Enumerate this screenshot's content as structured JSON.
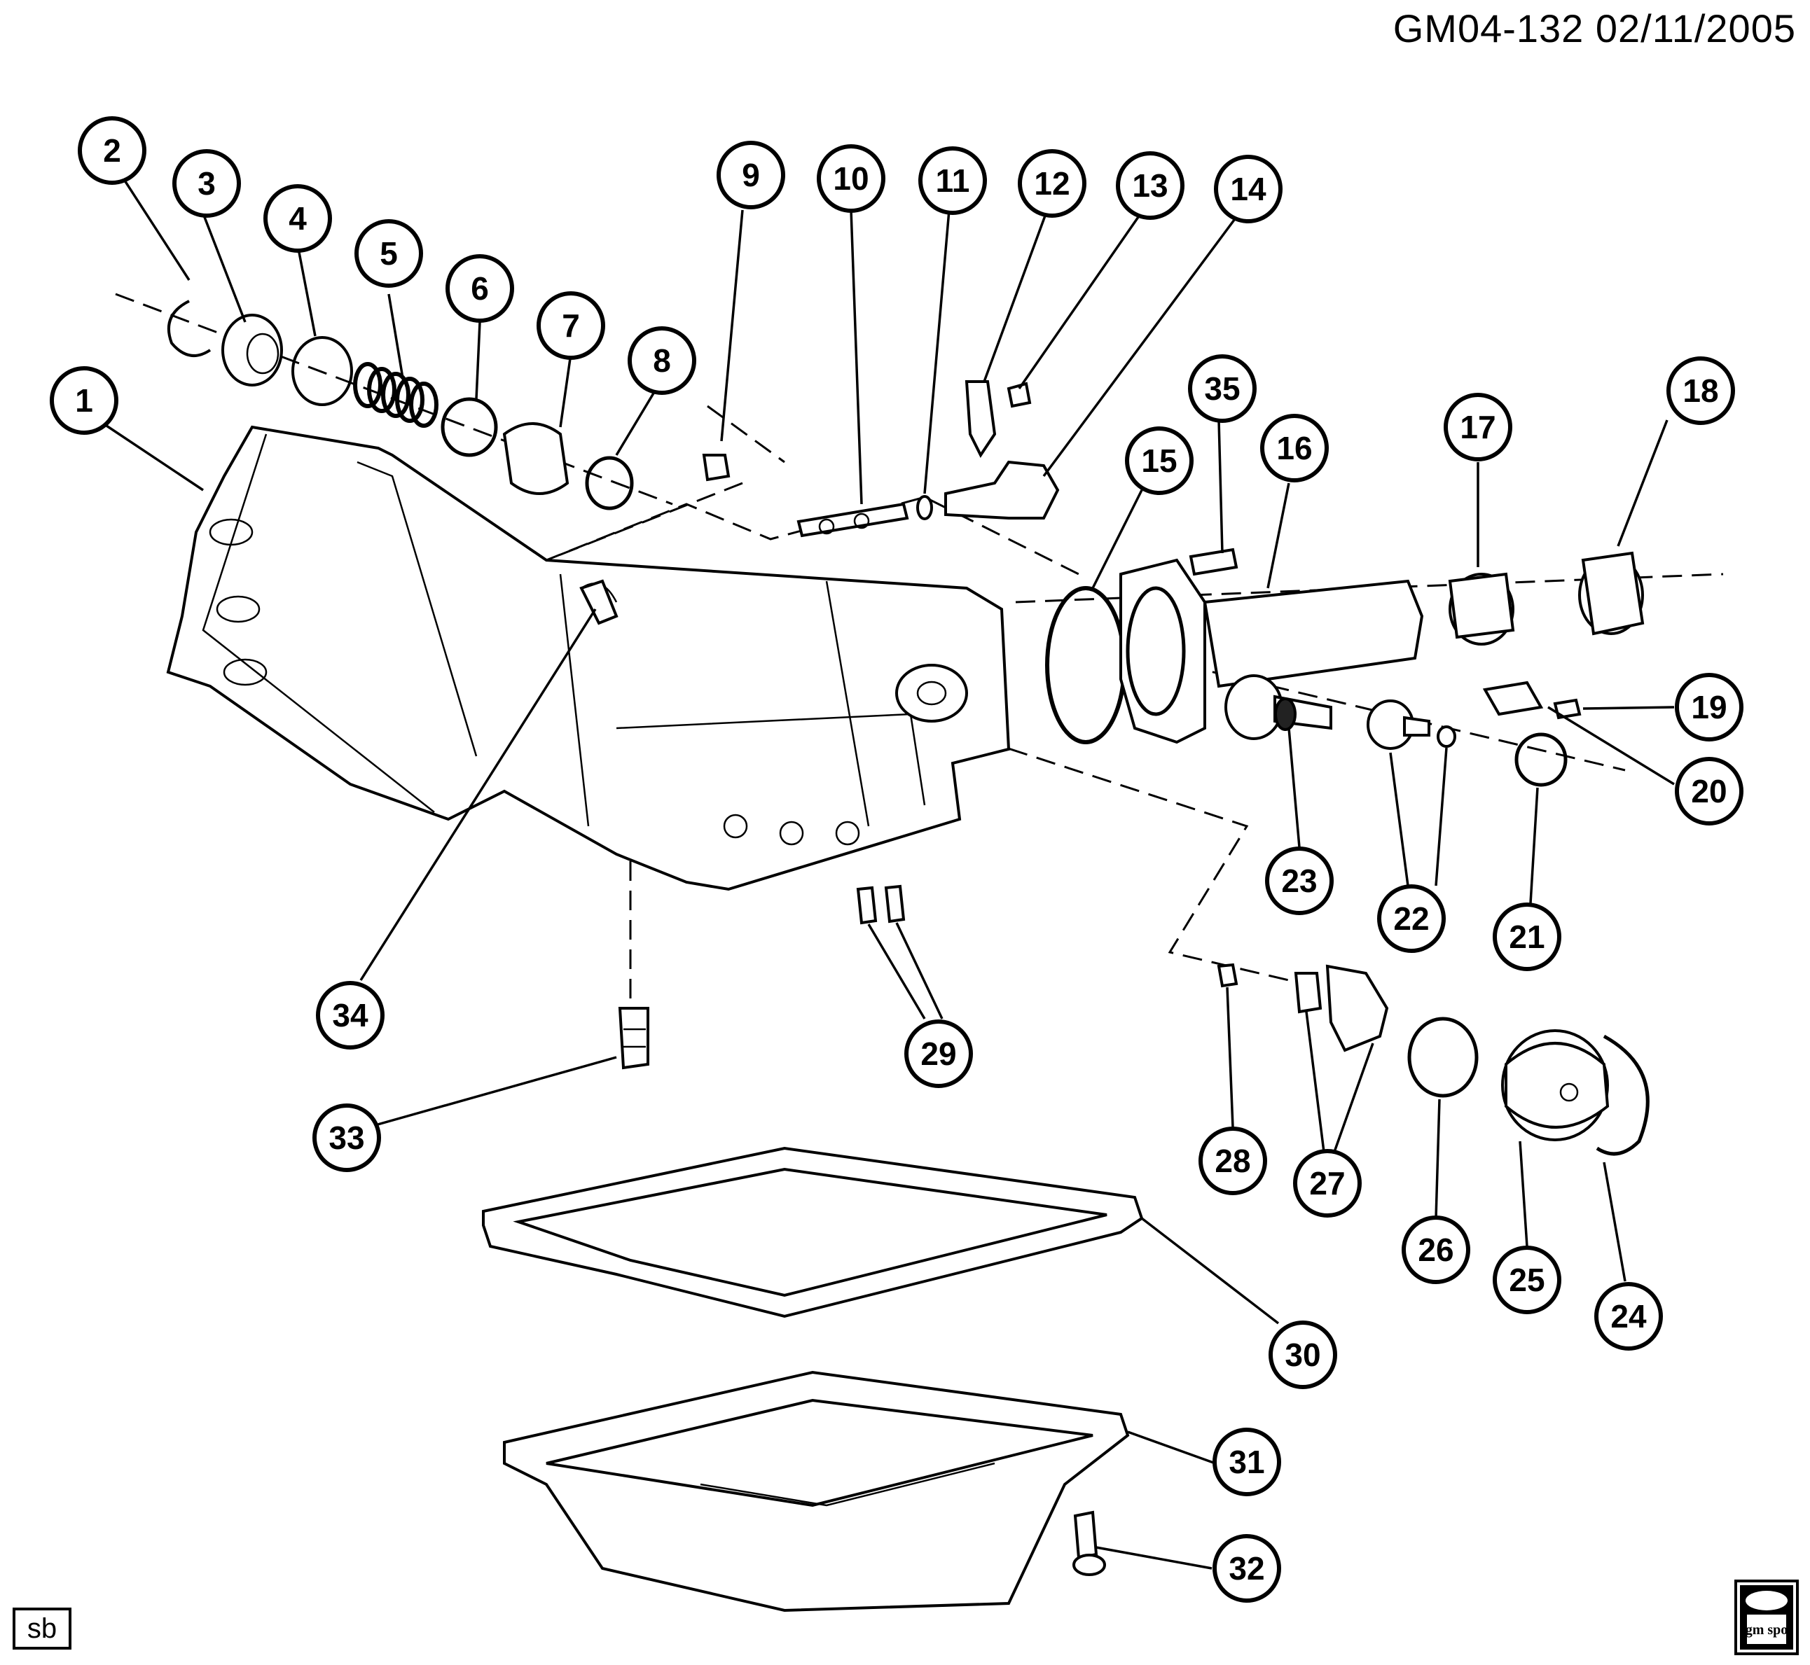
{
  "header": {
    "doc_id": "GM04-132  02/11/2005"
  },
  "footer": {
    "corner_label": "sb",
    "logo_text": "gm spo"
  },
  "callouts": [
    "1",
    "2",
    "3",
    "4",
    "5",
    "6",
    "7",
    "8",
    "9",
    "10",
    "11",
    "12",
    "13",
    "14",
    "15",
    "16",
    "17",
    "18",
    "19",
    "20",
    "21",
    "22",
    "23",
    "24",
    "25",
    "26",
    "27",
    "28",
    "29",
    "30",
    "31",
    "32",
    "33",
    "34",
    "35"
  ],
  "icons": {
    "logo": "gm-spo-logo-icon"
  }
}
